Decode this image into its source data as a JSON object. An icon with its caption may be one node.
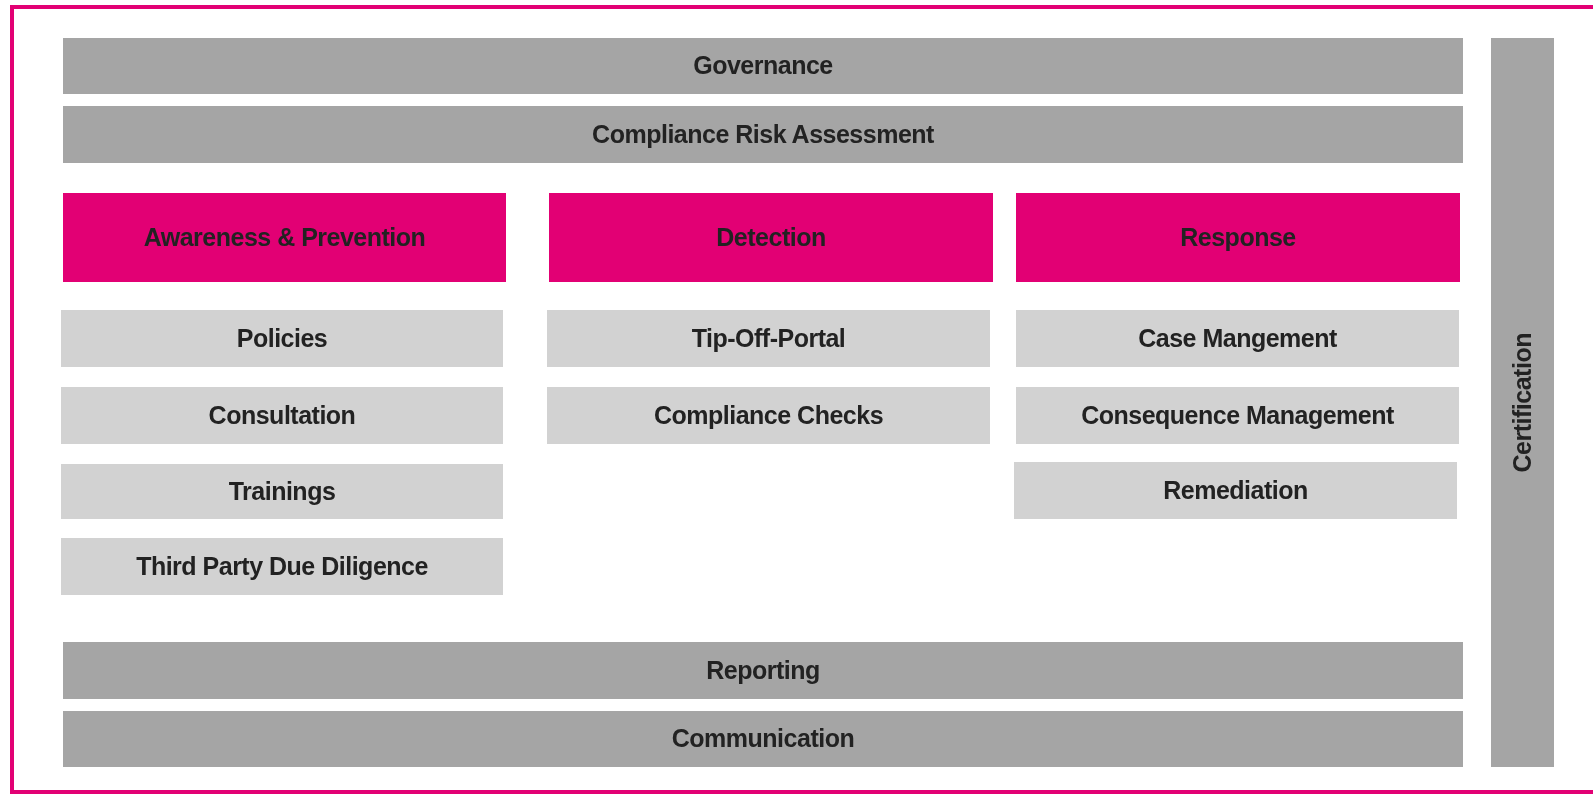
{
  "diagram": {
    "nodes": [
      {
        "text": [
          "Governance"
        ]
      },
      {
        "text": [
          "Compliance Risk Assessment"
        ]
      },
      {
        "text": [
          "Awareness & Prevention"
        ]
      },
      {
        "text": [
          "Detection"
        ]
      },
      {
        "text": [
          "Response"
        ]
      },
      {
        "text": [
          "Policies"
        ]
      },
      {
        "text": [
          "Tip-Off-Portal"
        ]
      },
      {
        "text": [
          "Case Mangement"
        ]
      },
      {
        "text": [
          "Consultation"
        ]
      },
      {
        "text": [
          "Compliance Checks"
        ]
      },
      {
        "text": [
          "Consequence Management"
        ]
      },
      {
        "text": [
          "Trainings"
        ]
      },
      {
        "text": [
          "Remediation"
        ]
      },
      {
        "text": [
          "Third Party Due Diligence"
        ]
      },
      {
        "text": [
          "Reporting"
        ]
      },
      {
        "text": [
          "Communication"
        ]
      },
      {
        "text": [
          "Certification"
        ]
      }
    ]
  }
}
